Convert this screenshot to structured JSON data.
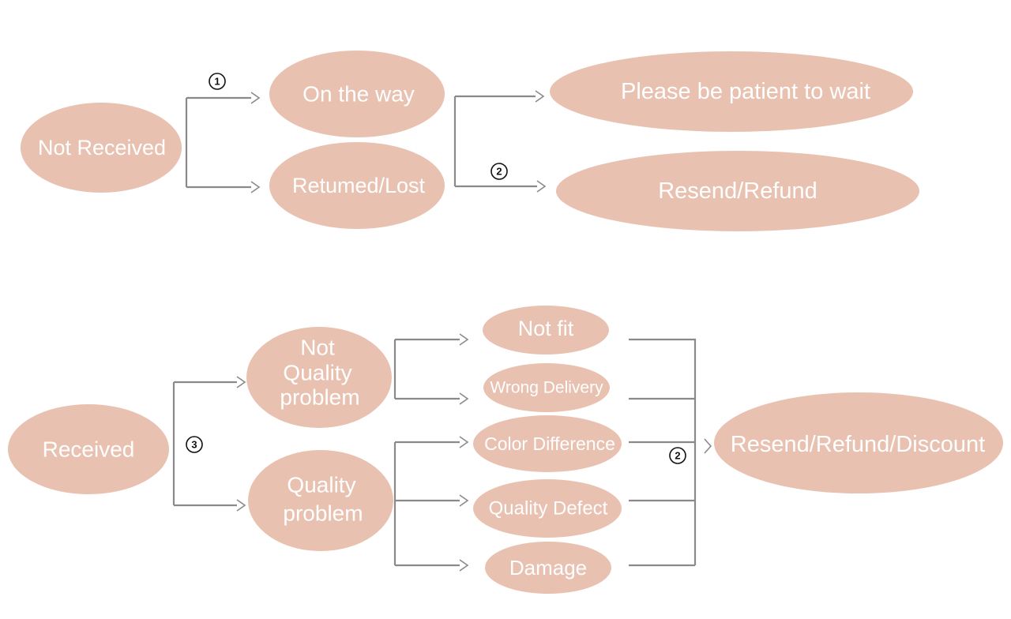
{
  "colors": {
    "node_fill": "#e9c1b1",
    "node_text": "#ffffff",
    "connector": "#8a8a8a",
    "badge": "#111111"
  },
  "nodes": {
    "not_received": "Not Received",
    "on_the_way": "On the way",
    "returned_lost": "Retumed/Lost",
    "be_patient": "Please be patient to wait",
    "resend_refund": "Resend/Refund",
    "received": "Received",
    "not_quality_problem": [
      "Not",
      "Quality",
      "problem"
    ],
    "quality_problem": [
      "Quality",
      "problem"
    ],
    "not_fit": "Not fit",
    "wrong_delivery": "Wrong Delivery",
    "color_difference": "Color Difference",
    "quality_defect": "Quality Defect",
    "damage": "Damage",
    "resend_refund_discount": "Resend/Refund/Discount"
  },
  "badges": {
    "on_the_way": "1",
    "resend_refund": "2",
    "received": "3",
    "discount": "2"
  }
}
